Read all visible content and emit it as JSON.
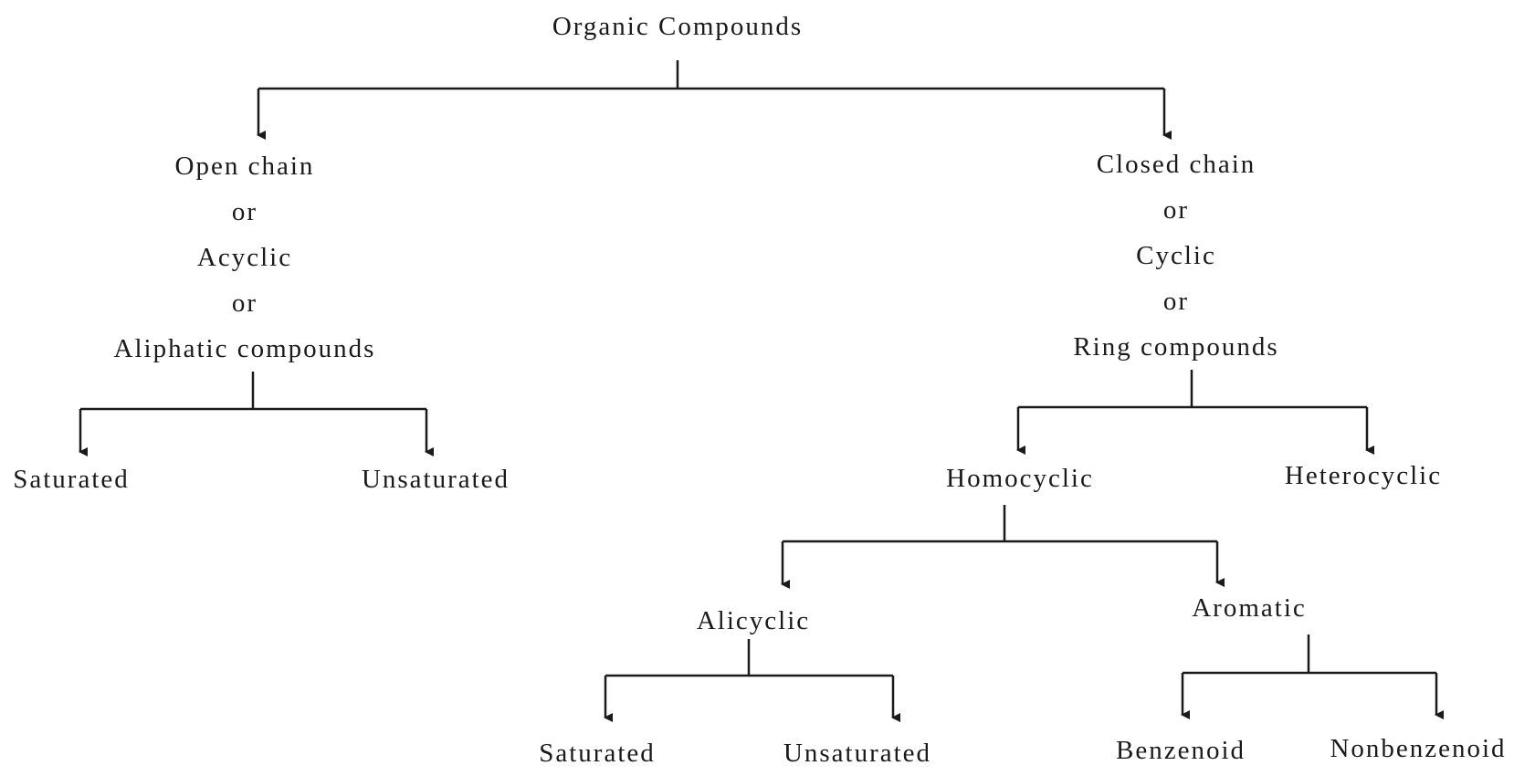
{
  "diagram": {
    "root": {
      "label": "Organic Compounds"
    },
    "open_chain": {
      "lines": [
        "Open chain",
        "or",
        "Acyclic",
        "or",
        "Aliphatic compounds"
      ],
      "saturated": "Saturated",
      "unsaturated": "Unsaturated"
    },
    "closed_chain": {
      "lines": [
        "Closed chain",
        "or",
        "Cyclic",
        "or",
        "Ring compounds"
      ],
      "homocyclic": "Homocyclic",
      "heterocyclic": "Heterocyclic",
      "alicyclic": {
        "label": "Alicyclic",
        "saturated": "Saturated",
        "unsaturated": "Unsaturated"
      },
      "aromatic": {
        "label": "Aromatic",
        "benzenoid": "Benzenoid",
        "nonbenzenoid": "Nonbenzenoid"
      }
    }
  },
  "colors": {
    "line": "#1a1a1a",
    "text": "#1a1a1a",
    "background": "#ffffff"
  }
}
